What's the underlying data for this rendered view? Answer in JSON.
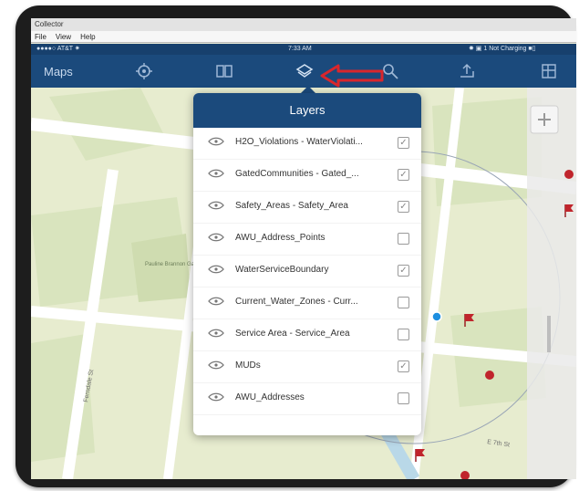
{
  "window": {
    "title": "Collector",
    "menu": [
      "File",
      "View",
      "Help"
    ]
  },
  "status": {
    "carrier": "●●●●○ AT&T ✷",
    "time": "7:33 AM",
    "battery": "✸ ▣ 1 Not Charging ■▯"
  },
  "toolbar": {
    "maps_label": "Maps"
  },
  "layers": {
    "title": "Layers",
    "items": [
      {
        "label": "H2O_Violations - WaterViolati...",
        "checked": true
      },
      {
        "label": "GatedCommunities - Gated_...",
        "checked": true
      },
      {
        "label": "Safety_Areas - Safety_Area",
        "checked": true
      },
      {
        "label": "AWU_Address_Points",
        "checked": false
      },
      {
        "label": "WaterServiceBoundary",
        "checked": true
      },
      {
        "label": "Current_Water_Zones - Curr...",
        "checked": false
      },
      {
        "label": "Service Area - Service_Area",
        "checked": false
      },
      {
        "label": "MUDs",
        "checked": true
      },
      {
        "label": "AWU_Addresses",
        "checked": false
      }
    ]
  },
  "map": {
    "labels": {
      "park": "Pauline Brannon Garden",
      "street_left": "Ferndale St",
      "street_right": "E 7th St"
    }
  },
  "colors": {
    "toolbar": "#1b4a7c",
    "status": "#17406d",
    "arrow": "#d9262c",
    "map": "#e7eccf",
    "road": "#ffffff",
    "block": "#d9e4be",
    "point": "#c0252c",
    "gps": "#1d8fe0"
  }
}
